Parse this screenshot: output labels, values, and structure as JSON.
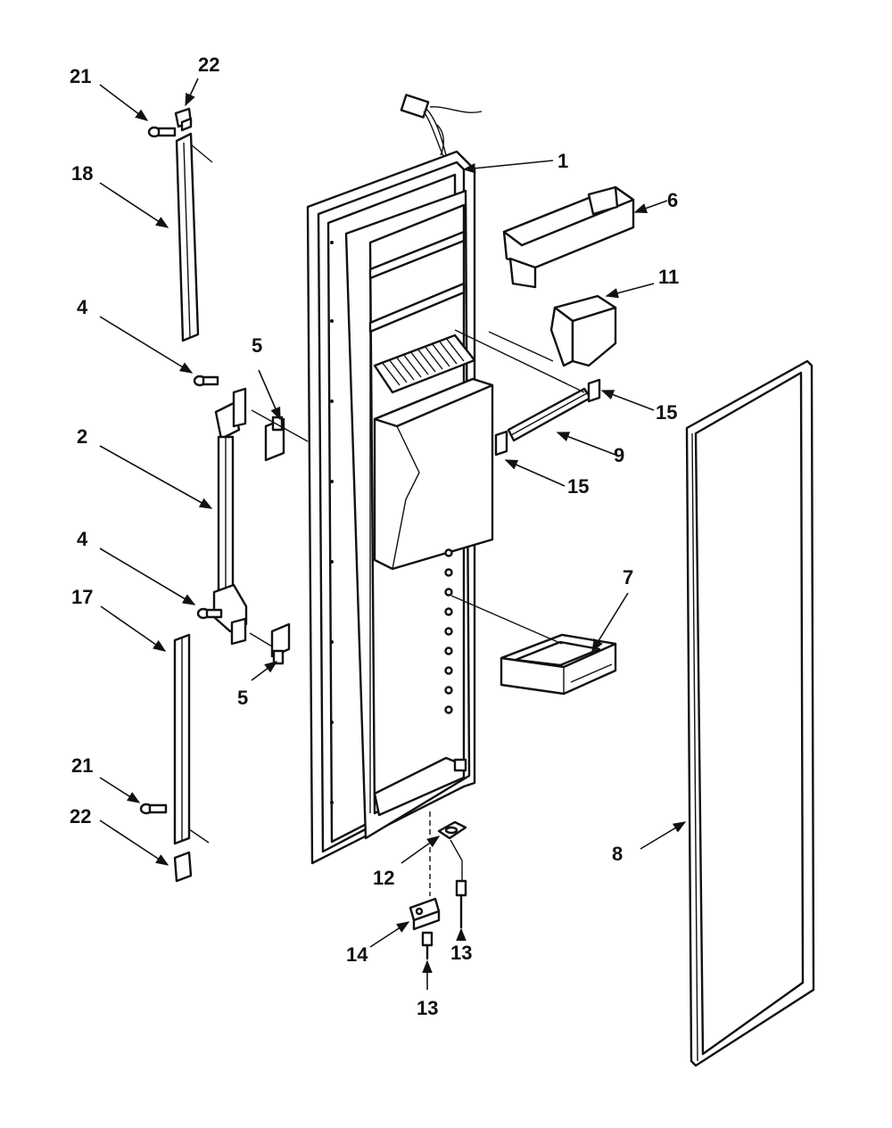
{
  "callouts": [
    {
      "id": "c1",
      "label": "1"
    },
    {
      "id": "c2",
      "label": "2"
    },
    {
      "id": "c4a",
      "label": "4"
    },
    {
      "id": "c4b",
      "label": "4"
    },
    {
      "id": "c5a",
      "label": "5"
    },
    {
      "id": "c5b",
      "label": "5"
    },
    {
      "id": "c6",
      "label": "6"
    },
    {
      "id": "c7",
      "label": "7"
    },
    {
      "id": "c8",
      "label": "8"
    },
    {
      "id": "c9",
      "label": "9"
    },
    {
      "id": "c11",
      "label": "11"
    },
    {
      "id": "c12",
      "label": "12"
    },
    {
      "id": "c13a",
      "label": "13"
    },
    {
      "id": "c13b",
      "label": "13"
    },
    {
      "id": "c14",
      "label": "14"
    },
    {
      "id": "c15a",
      "label": "15"
    },
    {
      "id": "c15b",
      "label": "15"
    },
    {
      "id": "c17",
      "label": "17"
    },
    {
      "id": "c18",
      "label": "18"
    },
    {
      "id": "c21a",
      "label": "21"
    },
    {
      "id": "c21b",
      "label": "21"
    },
    {
      "id": "c22a",
      "label": "22"
    },
    {
      "id": "c22b",
      "label": "22"
    }
  ],
  "colors": {
    "ink": "#111111",
    "paper": "#ffffff"
  }
}
